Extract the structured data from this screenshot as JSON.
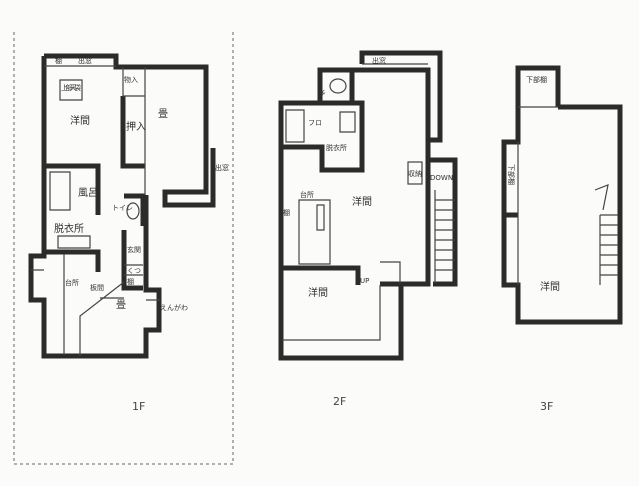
{
  "floors": [
    {
      "label": "1F",
      "rooms": {
        "shelf": "棚",
        "bay_window_top": "出窓",
        "upper_storage": "上部天袋",
        "western_room": "洋間",
        "closet_small": "物入",
        "oshiire": "押入",
        "tatami": "畳",
        "bay_window_side": "出窓",
        "bath": "風呂",
        "dressing": "脱衣所",
        "toilet": "トイレ",
        "entrance": "玄関",
        "shoes": "くつ",
        "shelf2": "棚",
        "kitchen": "台所",
        "wood_floor": "板間",
        "tatami2": "畳",
        "veranda": "えんがわ"
      }
    },
    {
      "label": "2F",
      "rooms": {
        "bay_window": "出窓",
        "toilet": "トイレ",
        "bath": "フロ",
        "dressing": "脱衣所",
        "storage": "収納",
        "down": "DOWN",
        "kitchen": "台所",
        "shelf": "棚",
        "western_room": "洋間",
        "western_room2": "洋間",
        "up": "UP"
      }
    },
    {
      "label": "3F",
      "rooms": {
        "lower_shelf": "下部棚",
        "lower_shelf2": "下部棚",
        "western_room": "洋間"
      }
    }
  ]
}
